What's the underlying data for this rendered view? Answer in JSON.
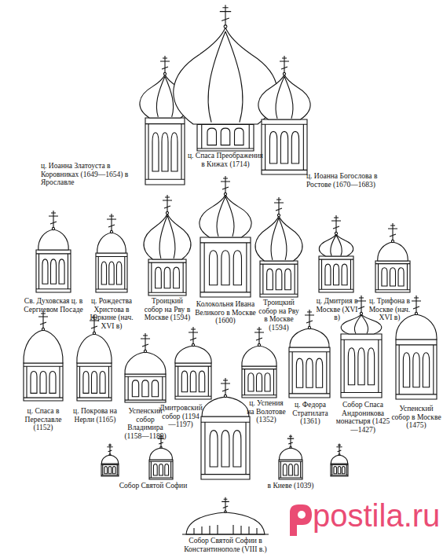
{
  "diagram": {
    "labels": [
      "ц. Иоанна Златоуста в Коровниках (1649—1654) в Ярославле",
      "ц. Спаса Преображения в Кижах (1714)",
      "ц. Иоанна Богослова в Ростове (1670—1683)",
      "Св. Духовская ц. в Сергиевом Посаде",
      "ц. Рождества Христова в Юркине (нач. XVI в)",
      "Троицкий собор на Рву в Москве (1594)",
      "Колокольня Ивана Великого в Москве (1600)",
      "Троицкий собор на Рву в Москве (1594)",
      "ц. Дмитрия в Москве (XVI в)",
      "ц. Трифона в Москве (нач. XVI в)",
      "ц. Спаса в Переславле (1152)",
      "ц. Покрова на Нерли (1165)",
      "Успенский собор Владимира (1158—1189)",
      "Дмитровский собор (1194—1197)",
      "ц. Успения на Волотове (1352)",
      "ц. Федора Стратилата (1361)",
      "Собор Спаса Андроникова монастыря (1425—1427)",
      "Успенский собор в Москве (1475)",
      "Собор Святой Софии",
      "в Киеве (1039)",
      "Собор Святой Софии в Константинополе (VIII в.)",
      "postila.ru"
    ]
  }
}
